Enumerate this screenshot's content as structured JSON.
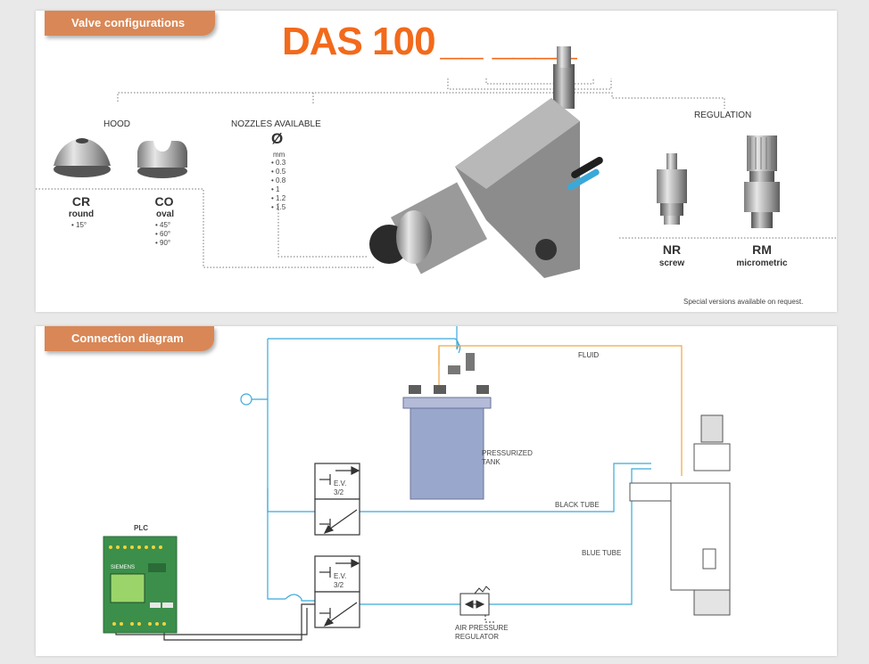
{
  "config_panel": {
    "tab": "Valve configurations",
    "title": "DAS 100",
    "title_suffix": "__ ____",
    "hood_label": "HOOD",
    "nozzles_label": "NOZZLES AVAILABLE",
    "diameter_symbol": "Ø",
    "nozzle_unit": "mm",
    "nozzle_sizes": [
      "• 0.3",
      "• 0.5",
      "• 0.8",
      "• 1",
      "• 1.2",
      "• 1.5"
    ],
    "regulation_label": "REGULATION",
    "hoods": [
      {
        "code": "CR",
        "name": "round",
        "angles": [
          "• 15°"
        ]
      },
      {
        "code": "CO",
        "name": "oval",
        "angles": [
          "• 45°",
          "• 60°",
          "• 90°"
        ]
      }
    ],
    "regulations": [
      {
        "code": "NR",
        "name": "screw"
      },
      {
        "code": "RM",
        "name": "micrometric"
      }
    ],
    "note": "Special versions available on request."
  },
  "diagram_panel": {
    "tab": "Connection diagram",
    "labels": {
      "fluid": "FLUID",
      "tank": [
        "PRESSURIZED",
        "TANK"
      ],
      "black_tube": "BLACK TUBE",
      "blue_tube": "BLUE TUBE",
      "ev": [
        "E.V.",
        "3/2"
      ],
      "plc": "PLC",
      "plc_brand": "SIEMENS",
      "regulator": [
        "AIR PRESSURE",
        "REGULATOR"
      ]
    },
    "colors": {
      "blue_tube": "#3aa9d8",
      "fluid_line": "#f0a640",
      "plc_green": "#3b8f4b",
      "tank_fill": "#9aa7cc",
      "accent": "#f26a1b"
    }
  }
}
